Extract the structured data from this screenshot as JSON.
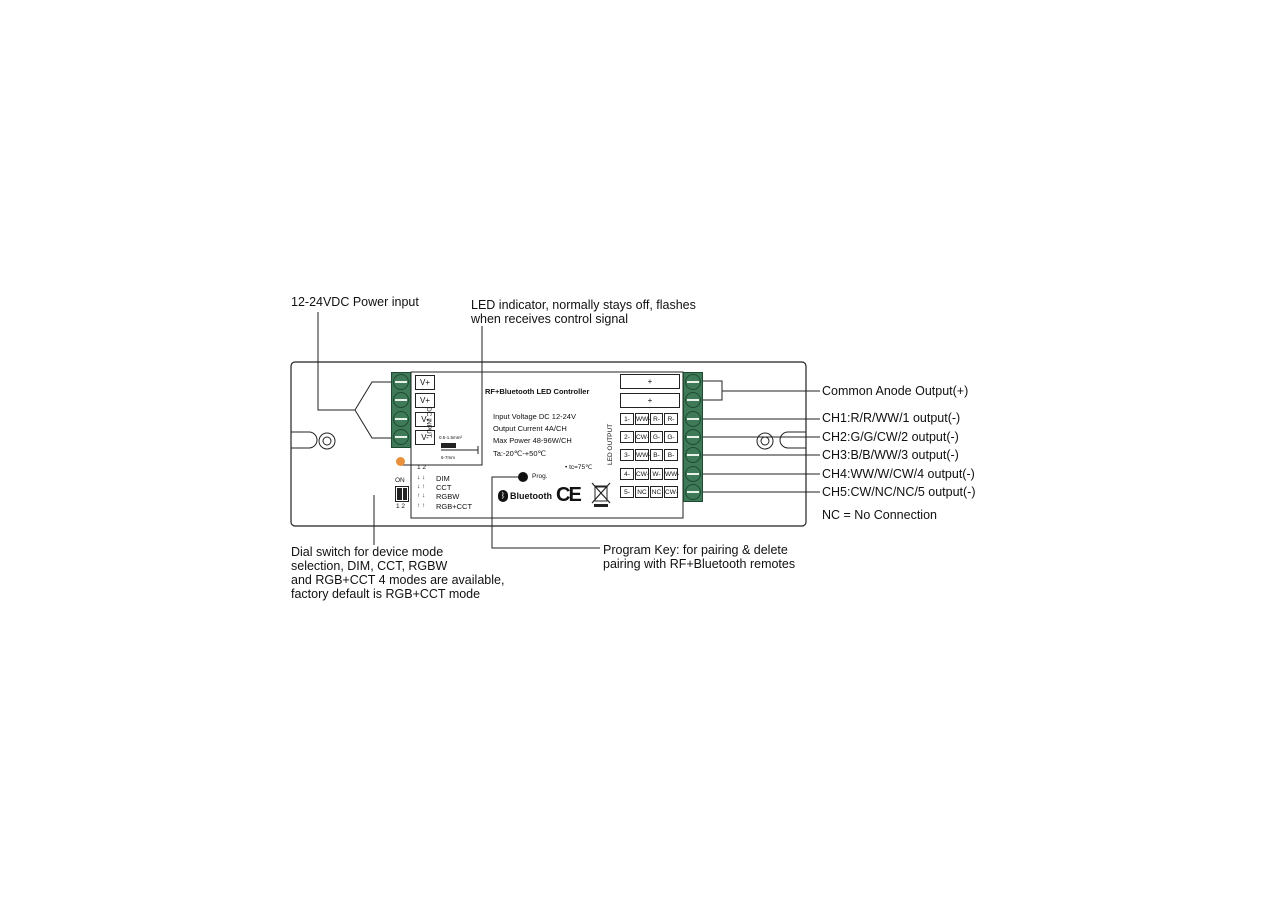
{
  "callouts": {
    "power_input": "12-24VDC Power input",
    "led_indicator_line1": "LED indicator, normally stays off, flashes",
    "led_indicator_line2": "when receives control signal",
    "common_anode": "Common Anode Output(+)",
    "ch1": "CH1:R/R/WW/1 output(-)",
    "ch2": "CH2:G/G/CW/2 output(-)",
    "ch3": "CH3:B/B/WW/3 output(-)",
    "ch4": "CH4:WW/W/CW/4 output(-)",
    "ch5": "CH5:CW/NC/NC/5 output(-)",
    "nc_note": "NC = No Connection",
    "dial_line1": "Dial switch for device mode",
    "dial_line2": "selection, DIM, CCT, RGBW",
    "dial_line3": "and RGB+CCT 4 modes are available,",
    "dial_line4": "factory default is RGB+CCT mode",
    "prog_line1": "Program Key: for pairing & delete",
    "prog_line2": "pairing with RF+Bluetooth remotes"
  },
  "device": {
    "title": "RF+Bluetooth LED Controller",
    "spec1": "Input Voltage DC 12-24V",
    "spec2": "Output Current 4A/CH",
    "spec3": "Max Power 48-96W/CH",
    "spec4": "Ta:-20℃-+50℃",
    "tc": "• tc=75℃",
    "dc_input_label": "DC INPUT",
    "led_output_label": "LED OUTPUT",
    "wire_spec": "0.5-1.5mm²",
    "strip_spec": "6-7mm",
    "prog_label": "Prog.",
    "bluetooth": "Bluetooth",
    "ce": "CE",
    "input_terminals": [
      "V+",
      "V+",
      "V-",
      "V-"
    ],
    "plus_rows": [
      "+",
      "+"
    ],
    "output_rows": [
      {
        "num": "1-",
        "a": "WW-",
        "b": "R-",
        "c": "R-"
      },
      {
        "num": "2-",
        "a": "CW-",
        "b": "G-",
        "c": "G-"
      },
      {
        "num": "3-",
        "a": "WW-",
        "b": "B-",
        "c": "B-"
      },
      {
        "num": "4-",
        "a": "CW-",
        "b": "W-",
        "c": "WW-"
      },
      {
        "num": "5-",
        "a": "NC",
        "b": "NC",
        "c": "CW-"
      }
    ],
    "switch_header": "1  2",
    "switch_on": "ON",
    "switch_bottom": "1 2",
    "modes": [
      "DIM",
      "CCT",
      "RGBW",
      "RGB+CCT"
    ]
  },
  "colors": {
    "terminal_green": "#3e7a58",
    "led_orange": "#e8913a"
  }
}
